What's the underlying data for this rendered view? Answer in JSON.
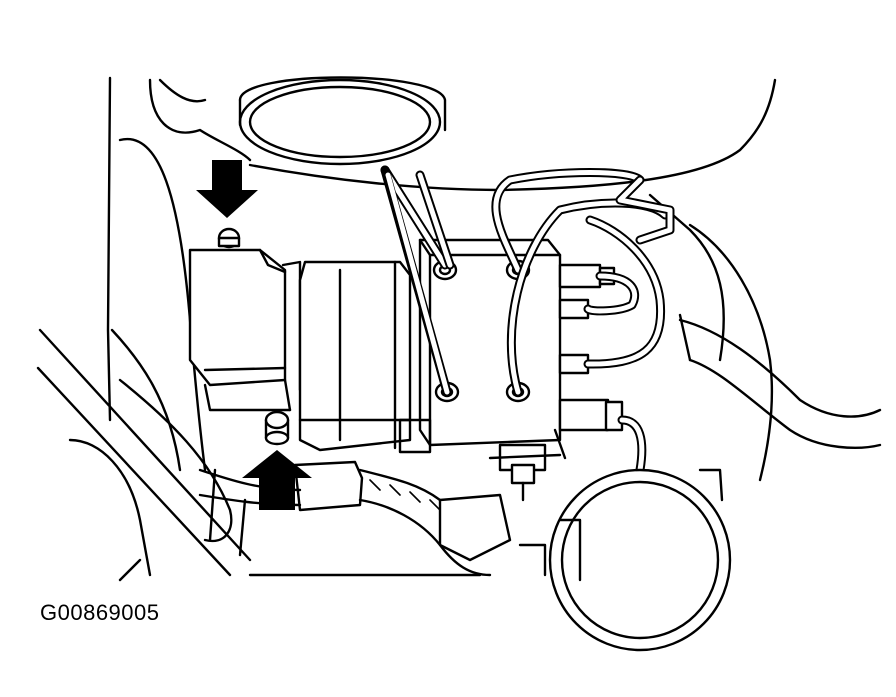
{
  "figure": {
    "id_label": "G00869005"
  },
  "annotations": {
    "arrows": [
      {
        "direction": "down",
        "target": "upper-mounting-bolt"
      },
      {
        "direction": "up",
        "target": "lower-mounting-bolt"
      }
    ]
  },
  "colors": {
    "line": "#000000",
    "background": "#ffffff"
  }
}
